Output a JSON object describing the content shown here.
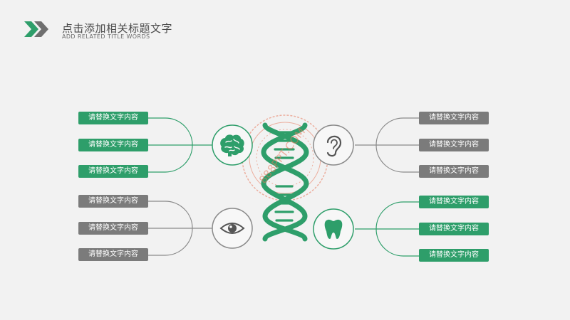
{
  "header": {
    "title": "点击添加相关标题文字",
    "subtitle": "ADD RELATED TITLE WORDS"
  },
  "colors": {
    "green": "#2e9e6a",
    "gray": "#7b7b7b",
    "background": "#f2f2f2",
    "watermark": "#e8785a"
  },
  "groups": {
    "brain": {
      "icon": "brain-icon",
      "items": [
        "请替换文字内容",
        "请替换文字内容",
        "请替换文字内容"
      ]
    },
    "eye": {
      "icon": "eye-icon",
      "items": [
        "请替换文字内容",
        "请替换文字内容",
        "请替换文字内容"
      ]
    },
    "ear": {
      "icon": "ear-icon",
      "items": [
        "请替换文字内容",
        "请替换文字内容",
        "请替换文字内容"
      ]
    },
    "tooth": {
      "icon": "tooth-icon",
      "items": [
        "请替换文字内容",
        "请替换文字内容",
        "请替换文字内容"
      ]
    }
  },
  "center": {
    "icon": "dna-icon"
  },
  "watermark": {
    "text": "888PPT.COM"
  }
}
